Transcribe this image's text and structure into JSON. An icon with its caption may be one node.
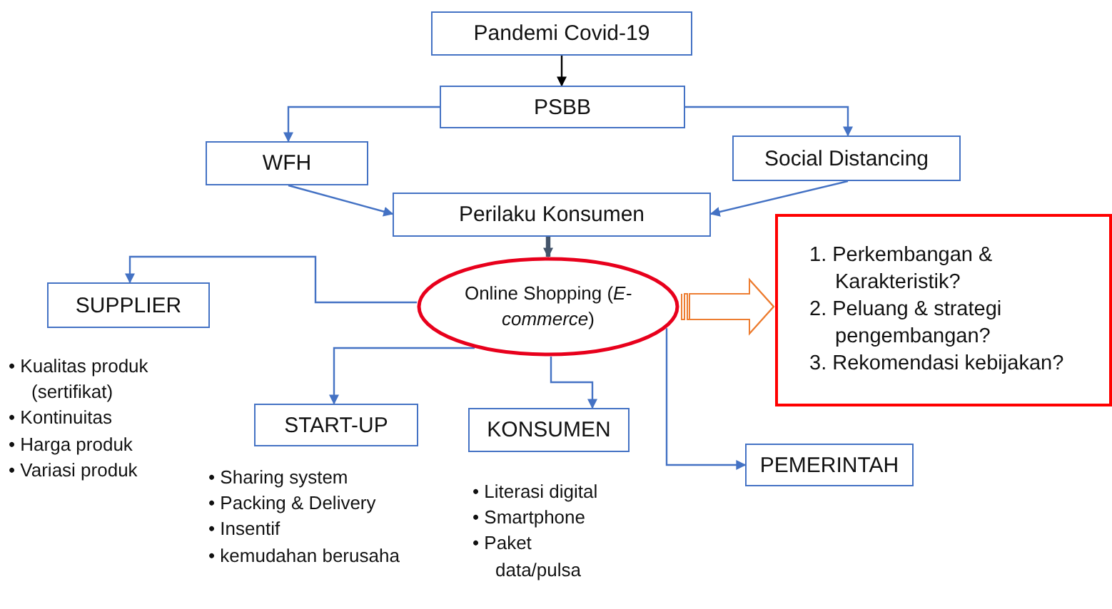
{
  "diagram": {
    "nodes": [
      {
        "text": [
          "Pandemi Covid-19"
        ]
      },
      {
        "text": [
          "PSBB"
        ]
      },
      {
        "text": [
          "WFH"
        ]
      },
      {
        "text": [
          "Social Distancing"
        ]
      },
      {
        "text": [
          "Perilaku Konsumen"
        ]
      },
      {
        "text": [
          "Online Shopping (*E-commerce*)"
        ]
      },
      {
        "text": [
          "SUPPLIER"
        ],
        "beside": [
          "• Kualitas produk (sertifikat)",
          "• Kontinuitas",
          "• Harga produk",
          "• Variasi produk"
        ]
      },
      {
        "text": [
          "START-UP"
        ],
        "beside": [
          "• Sharing system",
          "• Packing & Delivery",
          "• Insentif",
          "• kemudahan berusaha"
        ]
      },
      {
        "text": [
          "KONSUMEN"
        ],
        "beside": [
          "• Literasi digital",
          "• Smartphone",
          "• Paket data/pulsa"
        ]
      },
      {
        "text": [
          "PEMERINTAH"
        ]
      },
      {
        "text": [
          "1. Perkembangan & Karakteristik?",
          "2. Peluang & strategi pengembangan?",
          "3. Rekomendasi kebijakan?"
        ]
      }
    ],
    "edges": [
      {
        "from": 0,
        "to": 1,
        "arrow": "to",
        "color": "#000000"
      },
      {
        "from": 1,
        "to": 2,
        "arrow": "to"
      },
      {
        "from": 1,
        "to": 3,
        "arrow": "to"
      },
      {
        "from": 2,
        "to": 4,
        "arrow": "to"
      },
      {
        "from": 3,
        "to": 4,
        "arrow": "to"
      },
      {
        "from": 4,
        "to": 5,
        "arrow": "to",
        "color": "#44546a",
        "style": "thick"
      },
      {
        "from": 5,
        "to": 6,
        "arrow": "to"
      },
      {
        "from": 5,
        "to": 7,
        "arrow": "to"
      },
      {
        "from": 5,
        "to": 8,
        "arrow": "to"
      },
      {
        "from": 5,
        "to": 9,
        "arrow": "to"
      },
      {
        "from": 5,
        "to": 10,
        "arrow": "to",
        "color": "#ed7d31"
      }
    ]
  }
}
